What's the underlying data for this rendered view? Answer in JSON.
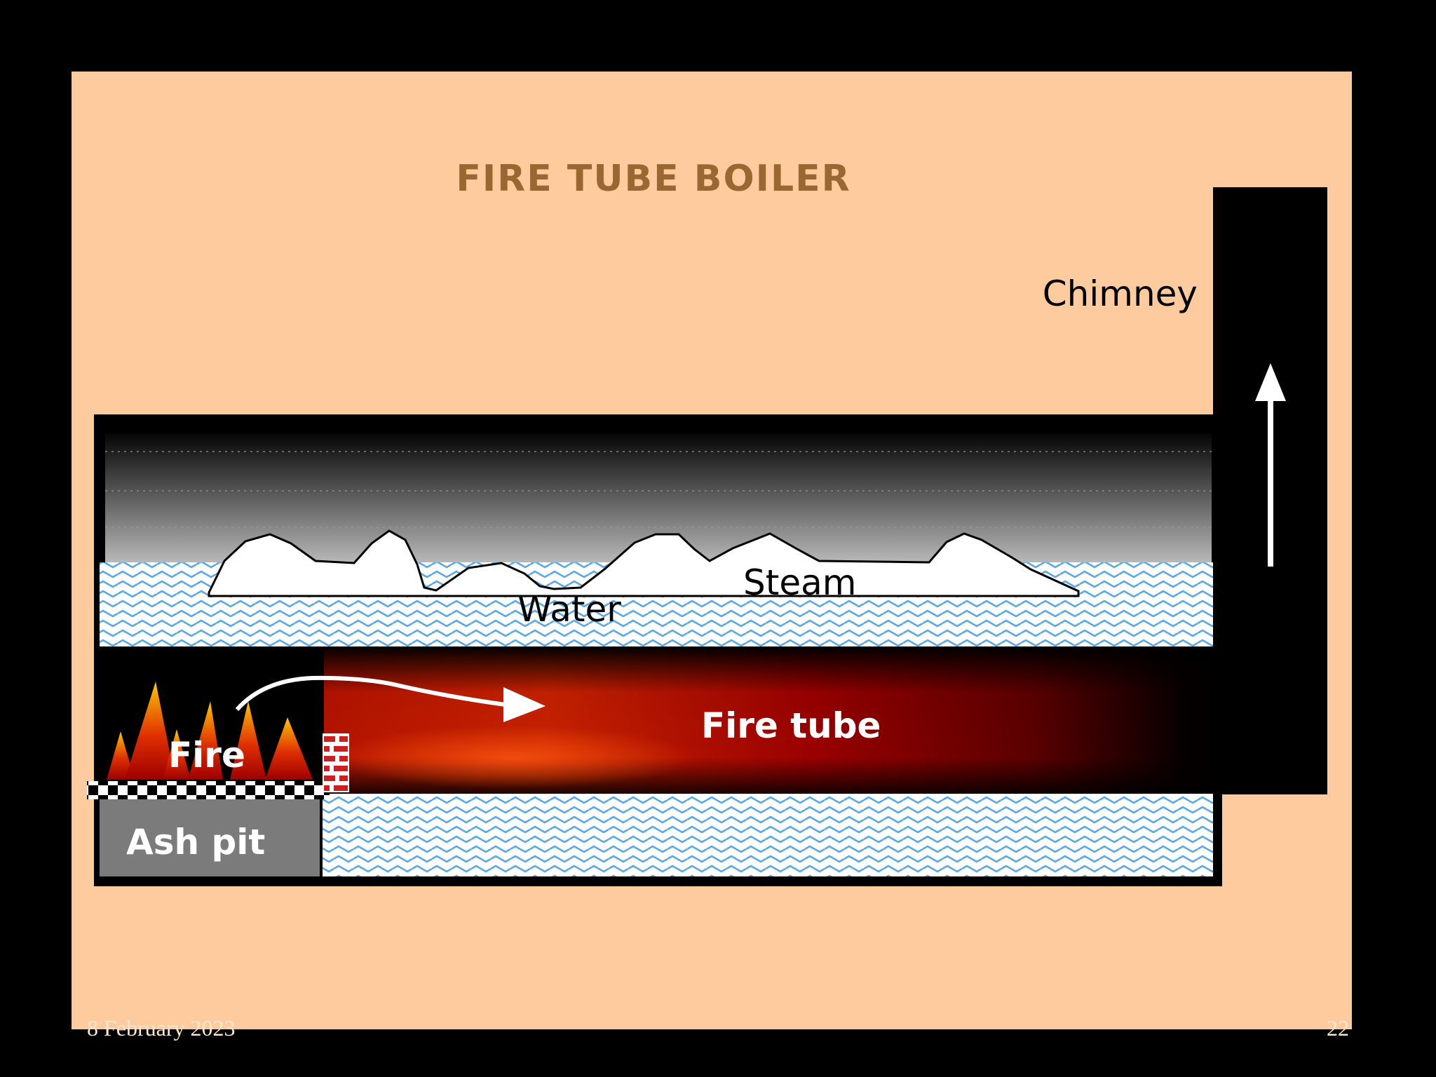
{
  "slide": {
    "title": "FIRE TUBE BOILER",
    "colors": {
      "page_background": "#000000",
      "slide_background": "#fecb9f",
      "title": "#9a6733",
      "water": "#5aa9e6",
      "fire": "#c01800",
      "smoke_arrow": "#ffffff"
    }
  },
  "diagram": {
    "labels": {
      "chimney": "Chimney",
      "steam": "Steam",
      "water": "Water",
      "fire_tube": "Fire tube",
      "fire": "Fire",
      "ash_pit": "Ash pit"
    }
  },
  "footer": {
    "date": "8 February 2023",
    "page_number": "22"
  }
}
